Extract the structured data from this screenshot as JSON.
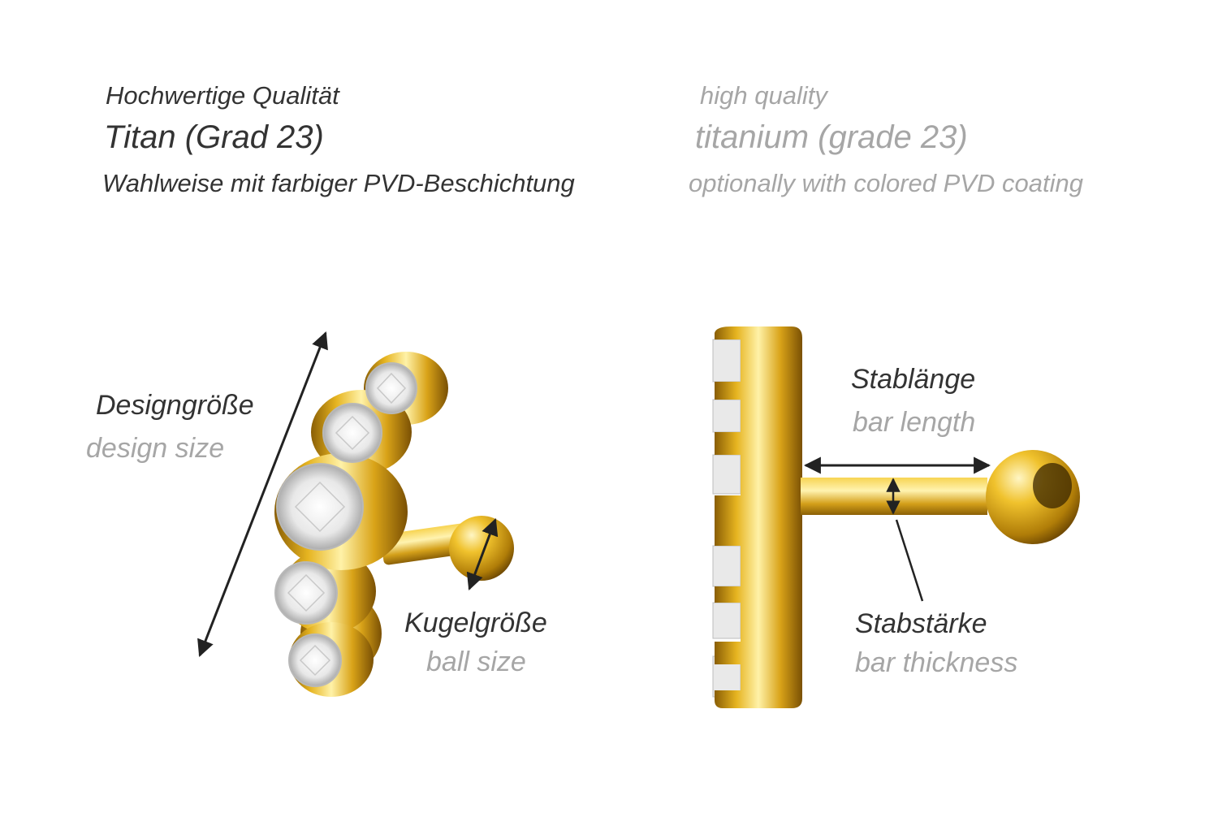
{
  "header": {
    "quality_de": "Hochwertige Qualität",
    "quality_en": "high quality",
    "material_de": "Titan (Grad 23)",
    "material_en": "titanium (grade 23)",
    "coating_de": "Wahlweise mit farbiger PVD-Beschichtung",
    "coating_en": "optionally with colored PVD coating"
  },
  "labels": {
    "design_size_de": "Designgröße",
    "design_size_en": "design size",
    "ball_size_de": "Kugelgröße",
    "ball_size_en": "ball size",
    "bar_length_de": "Stablänge",
    "bar_length_en": "bar length",
    "bar_thickness_de": "Stabstärke",
    "bar_thickness_en": "bar thickness"
  },
  "colors": {
    "gold": "#e2b21c",
    "gold_dark": "#9a6d06",
    "gold_light": "#fbe27a",
    "text_dark": "#333333",
    "text_light": "#a6a6a6",
    "arrow": "#222222"
  }
}
